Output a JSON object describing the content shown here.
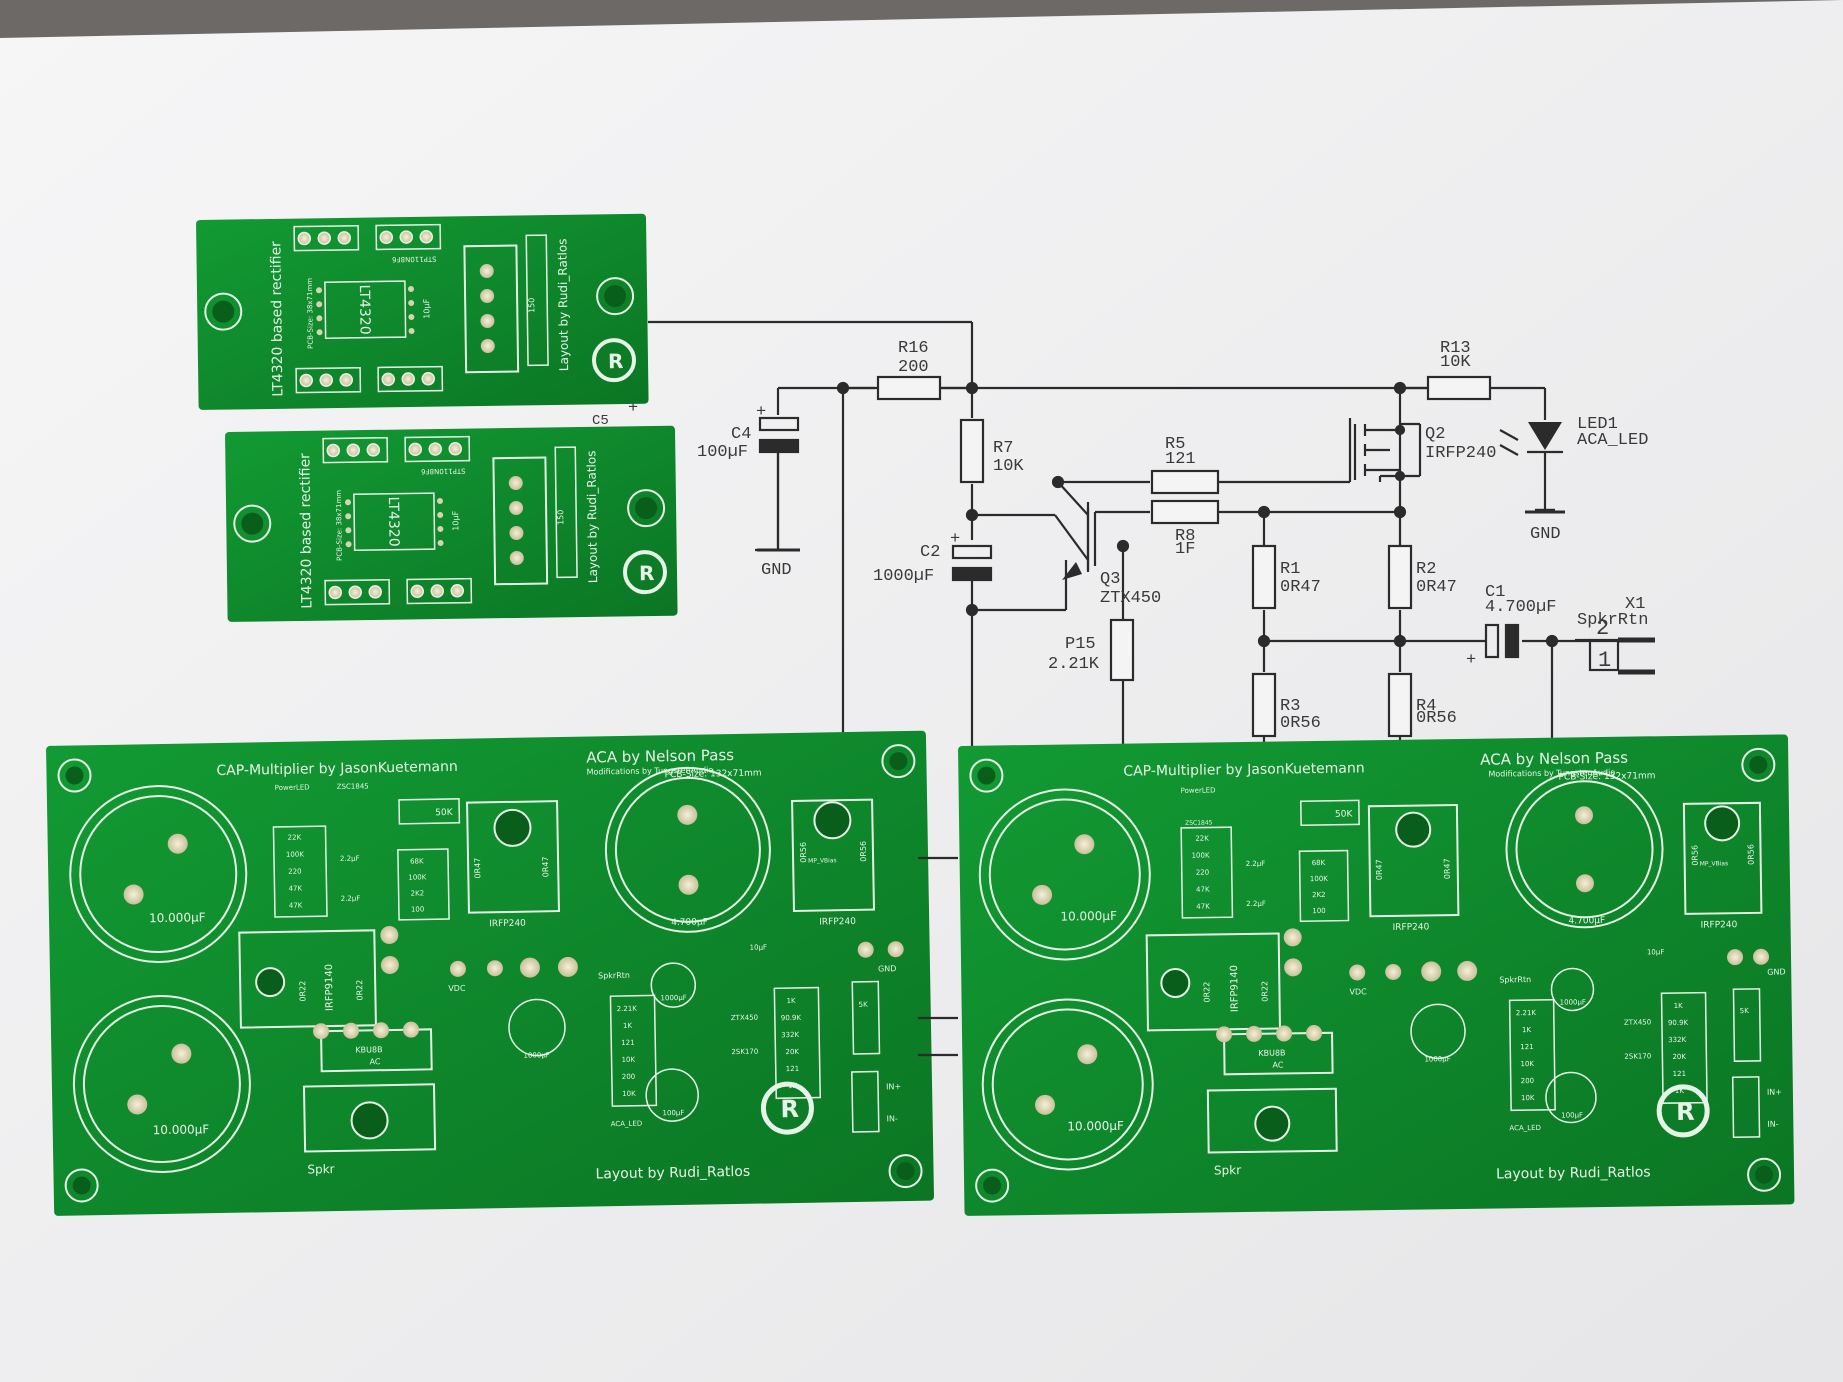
{
  "colors": {
    "paper": "#f1f1f2",
    "background": "#6f6c6a",
    "pcb_green": "#0e8a2a",
    "pcb_dark": "#0a6f21",
    "silk": "#e9f4ea",
    "ink": "#2b2b2b"
  },
  "rectifier_pcbs": [
    {
      "title": "LT4320 based rectifier",
      "credit": "Layout by Rudi_Ratlos",
      "chip": "LT4320",
      "size": "PCB-Size: 38x71mm",
      "cap": "10µF",
      "res": "150",
      "mosfets": "STP110N8F6"
    },
    {
      "title": "LT4320 based rectifier",
      "credit": "Layout by Rudi_Ratlos",
      "chip": "LT4320",
      "size": "PCB-Size: 38x71mm",
      "cap": "10µF",
      "res": "150",
      "mosfets": "STP110N8F6"
    }
  ],
  "amp_pcbs": [
    {
      "title_left": "CAP-Multiplier by JasonKuetemann",
      "title_right": "ACA by Nelson Pass",
      "subtitle": "Modifications by TungstenAudio",
      "size": "PCB-Size: 132x71mm",
      "cap_big": "10.000µF",
      "cap_out": "4.700µF",
      "cap_35v": "1000µF",
      "cap_16v": "1000µF",
      "cap_small": "100µF",
      "cap_10": "10µF",
      "mosfet1": "IRFP9140",
      "mosfet2": "IRFP240",
      "r_0r47": "0R47",
      "r_0r56": "0R56",
      "r_0r22": "0R22",
      "bias": "MP_VBias",
      "bridge": "KBU8B",
      "ac": "AC",
      "power_led": "PowerLED",
      "trans": "ZSC1845",
      "pot": "50K",
      "pot5k": "5K",
      "vdc": "VDC",
      "spkrtn": "SpkrRtn",
      "spkr": "Spkr",
      "gnd": "GND",
      "in_plus": "IN+",
      "in_minus": "IN-",
      "aca_led": "ACA_LED",
      "ztx": "ZTX450",
      "zsk": "2SK170",
      "credit": "Layout by Rudi_Ratlos",
      "res_left": [
        "22K",
        "100K",
        "220",
        "47K",
        "47K"
      ],
      "res_mid": [
        "68K",
        "100K",
        "2K2",
        "100"
      ],
      "res_col": [
        "2.21K",
        "1K",
        "121",
        "10K",
        "200",
        "10K"
      ],
      "res_col2": [
        "1K",
        "90.9K",
        "332K",
        "20K",
        "121",
        "1K"
      ],
      "cap_2u2": "2.2µF"
    },
    {
      "title_left": "CAP-Multiplier by JasonKuetemann",
      "title_right": "ACA by Nelson Pass",
      "subtitle": "Modifications by TungstenAudio",
      "size": "PCB-Size: 132x71mm",
      "cap_big": "10.000µF",
      "cap_out": "4.700µF",
      "cap_35v": "1000µF",
      "cap_16v": "1000µF",
      "cap_small": "100µF",
      "cap_10": "10µF",
      "mosfet1": "IRFP9140",
      "mosfet2": "IRFP240",
      "r_0r47": "0R47",
      "r_0r56": "0R56",
      "r_0r22": "0R22",
      "bias": "MP_VBias",
      "bridge": "KBU8B",
      "ac": "AC",
      "power_led": "PowerLED",
      "trans": "ZSC1845",
      "pot": "50K",
      "pot5k": "5K",
      "vdc": "VDC",
      "spkrtn": "SpkrRtn",
      "spkr": "Spkr",
      "gnd": "GND",
      "in_plus": "IN+",
      "in_minus": "IN-",
      "aca_led": "ACA_LED",
      "ztx": "ZTX450",
      "zsk": "2SK170",
      "credit": "Layout by Rudi_Ratlos",
      "res_left": [
        "22K",
        "100K",
        "220",
        "47K",
        "47K"
      ],
      "res_mid": [
        "68K",
        "100K",
        "2K2",
        "100"
      ],
      "res_col": [
        "2.21K",
        "1K",
        "121",
        "10K",
        "200",
        "10K"
      ],
      "res_col2": [
        "1K",
        "90.9K",
        "332K",
        "20K",
        "121",
        "1K"
      ],
      "cap_2u2": "2.2µF"
    }
  ],
  "schematic": {
    "r16": {
      "ref": "R16",
      "val": "200"
    },
    "r13": {
      "ref": "R13",
      "val": "10K"
    },
    "r7": {
      "ref": "R7",
      "val": "10K"
    },
    "r5": {
      "ref": "R5",
      "val": "121"
    },
    "r8": {
      "ref": "R8",
      "val": "1F"
    },
    "r1": {
      "ref": "R1",
      "val": "0R47"
    },
    "r2": {
      "ref": "R2",
      "val": "0R47"
    },
    "r3": {
      "ref": "R3",
      "val": "0R56"
    },
    "r4": {
      "ref": "R4",
      "val": "0R56"
    },
    "r15": {
      "ref": "P15",
      "val": "2.21K"
    },
    "c4": {
      "ref": "C4",
      "val": "100µF"
    },
    "c2": {
      "ref": "C2",
      "val": "1000µF"
    },
    "c1": {
      "ref": "C1",
      "val": "4.700µF"
    },
    "c5": "C5",
    "q2": {
      "ref": "Q2",
      "val": "IRFP240"
    },
    "q3": {
      "ref": "Q3",
      "val": "ZTX450"
    },
    "led1": {
      "ref": "LED1",
      "val": "ACA_LED"
    },
    "x1": {
      "ref": "X1",
      "val": "SpkrRtn"
    },
    "gnd": "GND",
    "pin1": "1",
    "pin2": "2",
    "plus": "+"
  }
}
